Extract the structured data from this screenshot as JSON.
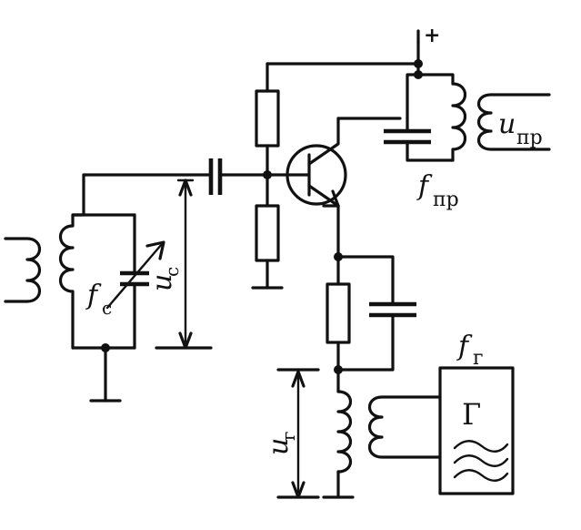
{
  "labels": {
    "f_c": {
      "main": "f",
      "sub": "c"
    },
    "u_c": {
      "main": "u",
      "sub": "c"
    },
    "f_pr": {
      "main": "f",
      "sub": "пр"
    },
    "u_pr": {
      "main": "u",
      "sub": "пр"
    },
    "f_g": {
      "main": "f",
      "sub": "г"
    },
    "u_g": {
      "main": "u",
      "sub": "г"
    },
    "plus": "+",
    "gen": "Г"
  }
}
